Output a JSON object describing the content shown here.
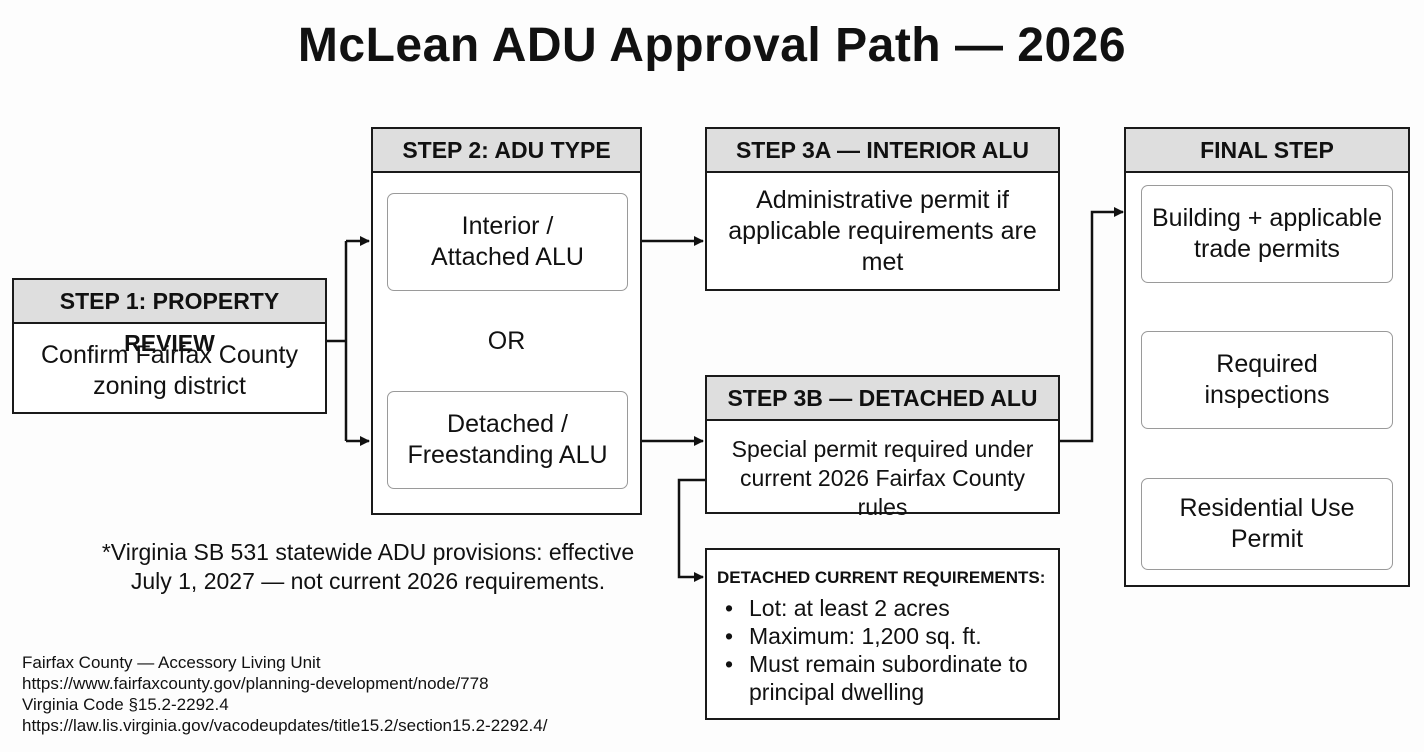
{
  "title": "McLean ADU Approval Path — 2026",
  "step1": {
    "heading": "STEP 1: PROPERTY REVIEW",
    "body": "Confirm Fairfax County zoning district"
  },
  "step2": {
    "heading": "STEP 2: ADU TYPE",
    "option_interior": "Interior / Attached ALU",
    "or_label": "OR",
    "option_detached": "Detached / Freestanding ALU"
  },
  "step3a": {
    "heading": "STEP 3A — INTERIOR ALU",
    "body": "Administrative permit if applicable requirements are met"
  },
  "step3b": {
    "heading": "STEP 3B — DETACHED ALU",
    "body": "Special permit required under current 2026 Fairfax County rules"
  },
  "requirements": {
    "heading": "DETACHED CURRENT REQUIREMENTS:",
    "items": [
      "Lot: at least 2 acres",
      "Maximum: 1,200 sq. ft.",
      "Must remain subordinate to principal dwelling"
    ]
  },
  "final": {
    "heading": "FINAL STEP",
    "stage1": "Building + applicable trade permits",
    "stage2": "Required inspections",
    "stage3": "Residential Use Permit"
  },
  "footnote": "*Virginia SB 531 statewide ADU provisions: effective July 1, 2027 — not current 2026 requirements.",
  "sources": [
    "Fairfax County — Accessory Living Unit",
    "https://www.fairfaxcounty.gov/planning-development/node/778",
    "Virginia Code §15.2-2292.4",
    "https://law.lis.virginia.gov/vacodeupdates/title15.2/section15.2-2292.4/"
  ]
}
